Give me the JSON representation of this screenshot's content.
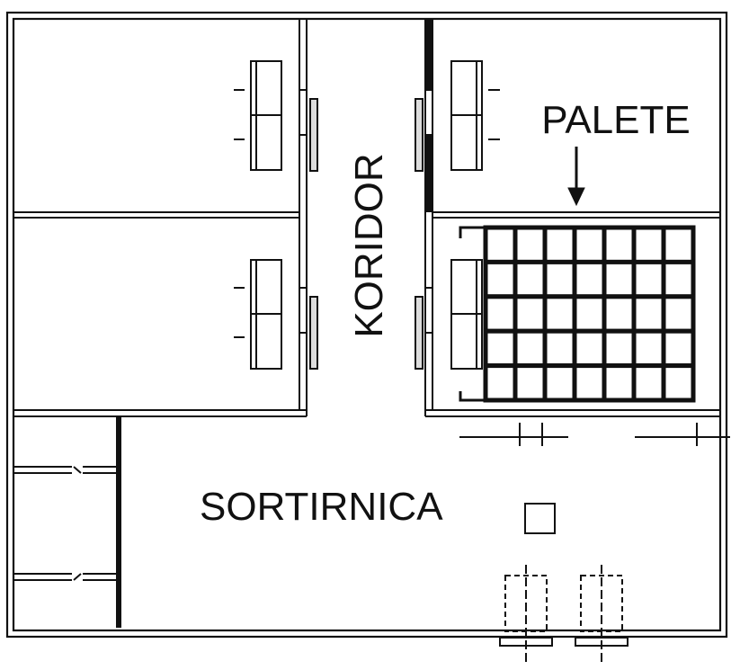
{
  "labels": {
    "palete": "PALETE",
    "koridor": "KORIDOR",
    "sortirnica": "SORTIRNICA"
  },
  "pallet_grid": {
    "columns": 7,
    "rows": 5
  },
  "colors": {
    "line": "#111111",
    "background": "#ffffff"
  }
}
